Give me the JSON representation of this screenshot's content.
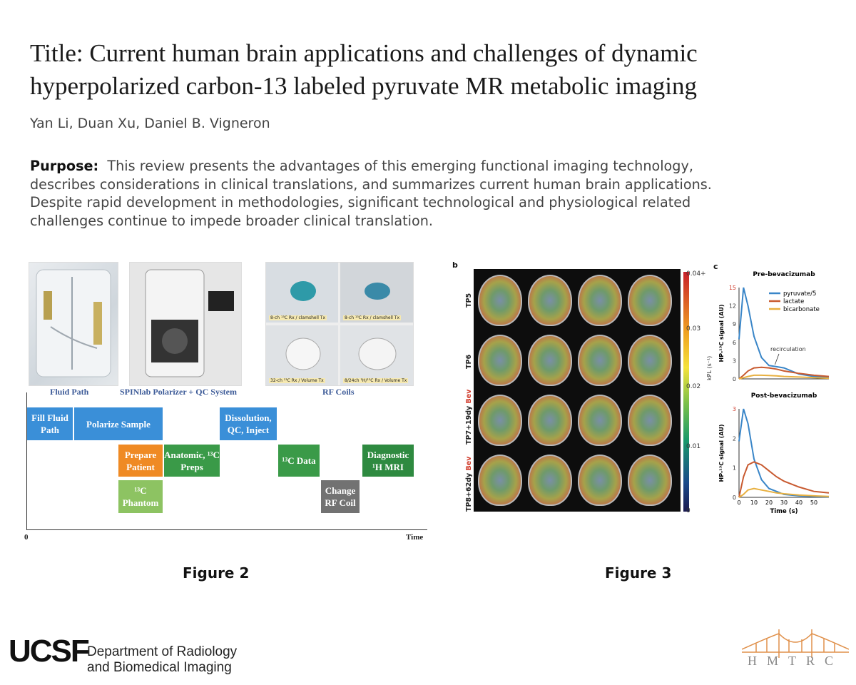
{
  "title": "Title: Current human brain applications and challenges of dynamic hyperpolarized carbon-13 labeled pyruvate MR metabolic imaging",
  "authors": "Yan Li, Duan Xu, Daniel B. Vigneron",
  "purpose_label": "Purpose:",
  "purpose_text": "This review presents the advantages of this emerging functional imaging technology, describes considerations in clinical translations, and summarizes current human brain applications. Despite rapid development in methodologies, significant technological and physiological related challenges continue to impede broader clinical translation.",
  "figure2": {
    "label": "Figure 2",
    "photo_captions": [
      "Fluid Path",
      "SPINlab Polarizer + QC System",
      "RF Coils"
    ],
    "coil_captions": [
      "8-ch ¹³C Rx / clamshell Tx",
      "8-ch ¹³C Rx / clamshell Tx",
      "32-ch ¹³C Rx / Volume Tx",
      "8/24ch ¹H/¹³C Rx / Volume Tx"
    ],
    "steps": {
      "fill": "Fill Fluid Path",
      "polarize": "Polarize Sample",
      "dissolution": "Dissolution, QC, Inject",
      "prepare": "Prepare Patient",
      "anatomic": "Anatomic, ¹³C Preps",
      "c13data": "¹³C Data",
      "diagnostic": "Diagnostic ¹H MRI",
      "phantom": "¹³C Phantom",
      "change": "Change RF Coil"
    },
    "axis_origin": "0",
    "axis_end": "Time"
  },
  "figure3": {
    "label": "Figure 3",
    "panel_b": "b",
    "panel_c": "c",
    "row_labels": [
      "TP5",
      "TP6",
      "TP7+19dy",
      "TP8+62dy"
    ],
    "bev": "Bev",
    "colorbar_ticks": [
      "0.04+",
      "0.03",
      "0.02",
      "0.01",
      "0"
    ],
    "colorbar_label": "kPL (s⁻¹)",
    "plot_top_title": "Pre-bevacizumab",
    "plot_bottom_title": "Post-bevacizumab",
    "ylabel": "HP-¹³C signal (AU)",
    "xlabel": "Time (s)",
    "annotation": "recirculation",
    "legend": [
      "pyruvate/5",
      "lactate",
      "bicarbonate"
    ],
    "colors": {
      "pyruvate": "#3a86c8",
      "lactate": "#c85a30",
      "bicarbonate": "#e8b040"
    }
  },
  "chart_data": [
    {
      "type": "line",
      "title": "Pre-bevacizumab",
      "xlabel": "Time (s)",
      "ylabel": "HP-¹³C signal (AU)",
      "ylim": [
        0,
        15
      ],
      "xlim": [
        0,
        60
      ],
      "y_ticks": [
        0,
        3,
        6,
        9,
        12,
        15
      ],
      "x": [
        0,
        3,
        6,
        10,
        15,
        20,
        25,
        30,
        40,
        50,
        60
      ],
      "series": [
        {
          "name": "pyruvate/5",
          "values": [
            6.5,
            15,
            12,
            7,
            3.5,
            2.2,
            2,
            1.8,
            0.8,
            0.4,
            0.2
          ]
        },
        {
          "name": "lactate",
          "values": [
            0,
            0.6,
            1.3,
            1.8,
            1.9,
            1.8,
            1.6,
            1.3,
            0.9,
            0.6,
            0.4
          ]
        },
        {
          "name": "bicarbonate",
          "values": [
            0,
            0.2,
            0.4,
            0.6,
            0.6,
            0.55,
            0.5,
            0.4,
            0.3,
            0.2,
            0.1
          ]
        }
      ]
    },
    {
      "type": "line",
      "title": "Post-bevacizumab",
      "xlabel": "Time (s)",
      "ylabel": "HP-¹³C signal (AU)",
      "ylim": [
        0,
        3
      ],
      "xlim": [
        0,
        60
      ],
      "y_ticks": [
        0,
        1,
        2,
        3
      ],
      "x_ticks": [
        0,
        10,
        20,
        30,
        40,
        50
      ],
      "x": [
        0,
        3,
        6,
        10,
        15,
        20,
        25,
        30,
        40,
        50,
        60
      ],
      "series": [
        {
          "name": "pyruvate/5",
          "values": [
            1.9,
            3,
            2.5,
            1.3,
            0.6,
            0.3,
            0.2,
            0.1,
            0.05,
            0.03,
            0.02
          ]
        },
        {
          "name": "lactate",
          "values": [
            0,
            0.7,
            1.1,
            1.2,
            1.1,
            0.9,
            0.7,
            0.55,
            0.35,
            0.2,
            0.15
          ]
        },
        {
          "name": "bicarbonate",
          "values": [
            0,
            0.1,
            0.25,
            0.3,
            0.25,
            0.2,
            0.15,
            0.12,
            0.08,
            0.05,
            0.03
          ]
        }
      ]
    }
  ],
  "footer": {
    "ucsf": "UCSF",
    "dept_line1": "Department of Radiology",
    "dept_line2": "and Biomedical Imaging",
    "hmtrc": "HMTRC"
  }
}
